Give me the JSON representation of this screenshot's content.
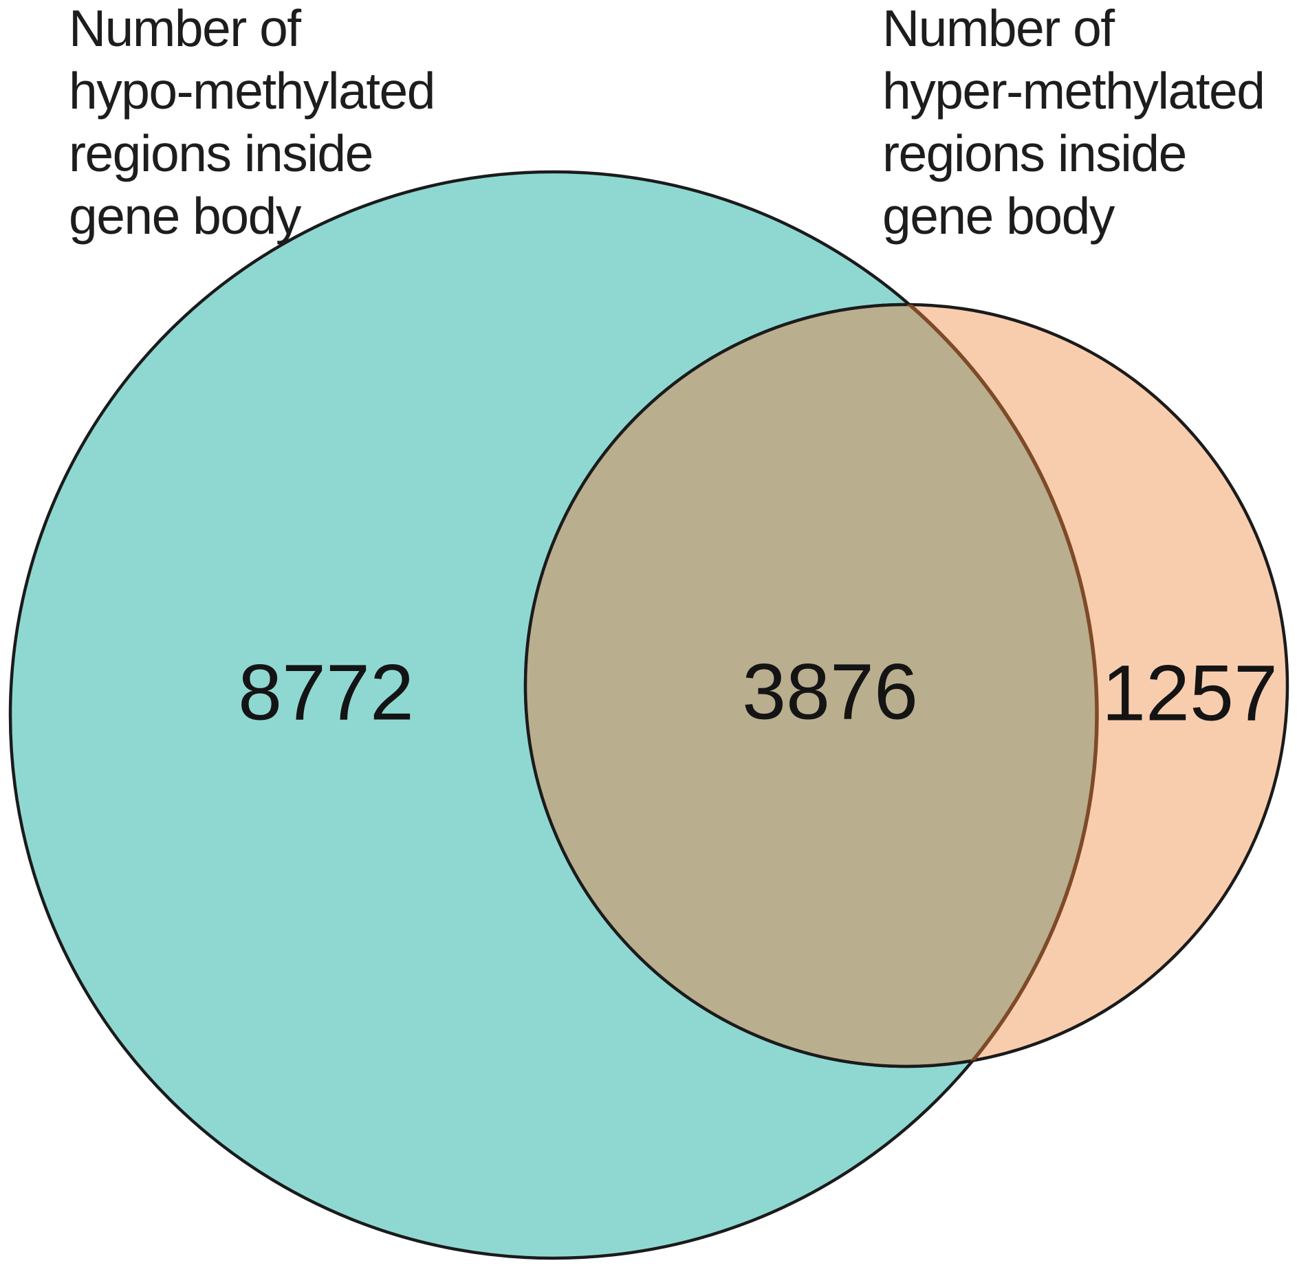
{
  "diagram": {
    "left_set": {
      "label": "Number of hypo-methylated regions inside gene body",
      "label_lines": [
        "Number of",
        "hypo-methylated",
        "regions inside",
        "gene body"
      ],
      "only_count": "8772"
    },
    "right_set": {
      "label": "Number of hyper-methylated regions inside gene body",
      "label_lines": [
        "Number of",
        "hyper-methylated",
        "regions inside",
        "gene body"
      ],
      "only_count": "1257"
    },
    "overlap_count": "3876",
    "colors": {
      "left_fill": "#8fd8d2",
      "right_fill": "#f8cdae",
      "overlap_fill": "#b9ae8e",
      "outline": "#1b1b1b",
      "overlap_arc_brown": "#7e4a27",
      "text": "#141414",
      "background": "#ffffff"
    }
  },
  "venn_data": {
    "type": "venn",
    "sets": [
      {
        "name": "hypo-methylated regions inside gene body",
        "only_count": 8772
      },
      {
        "name": "hyper-methylated regions inside gene body",
        "only_count": 1257
      }
    ],
    "overlap_count": 3876
  }
}
